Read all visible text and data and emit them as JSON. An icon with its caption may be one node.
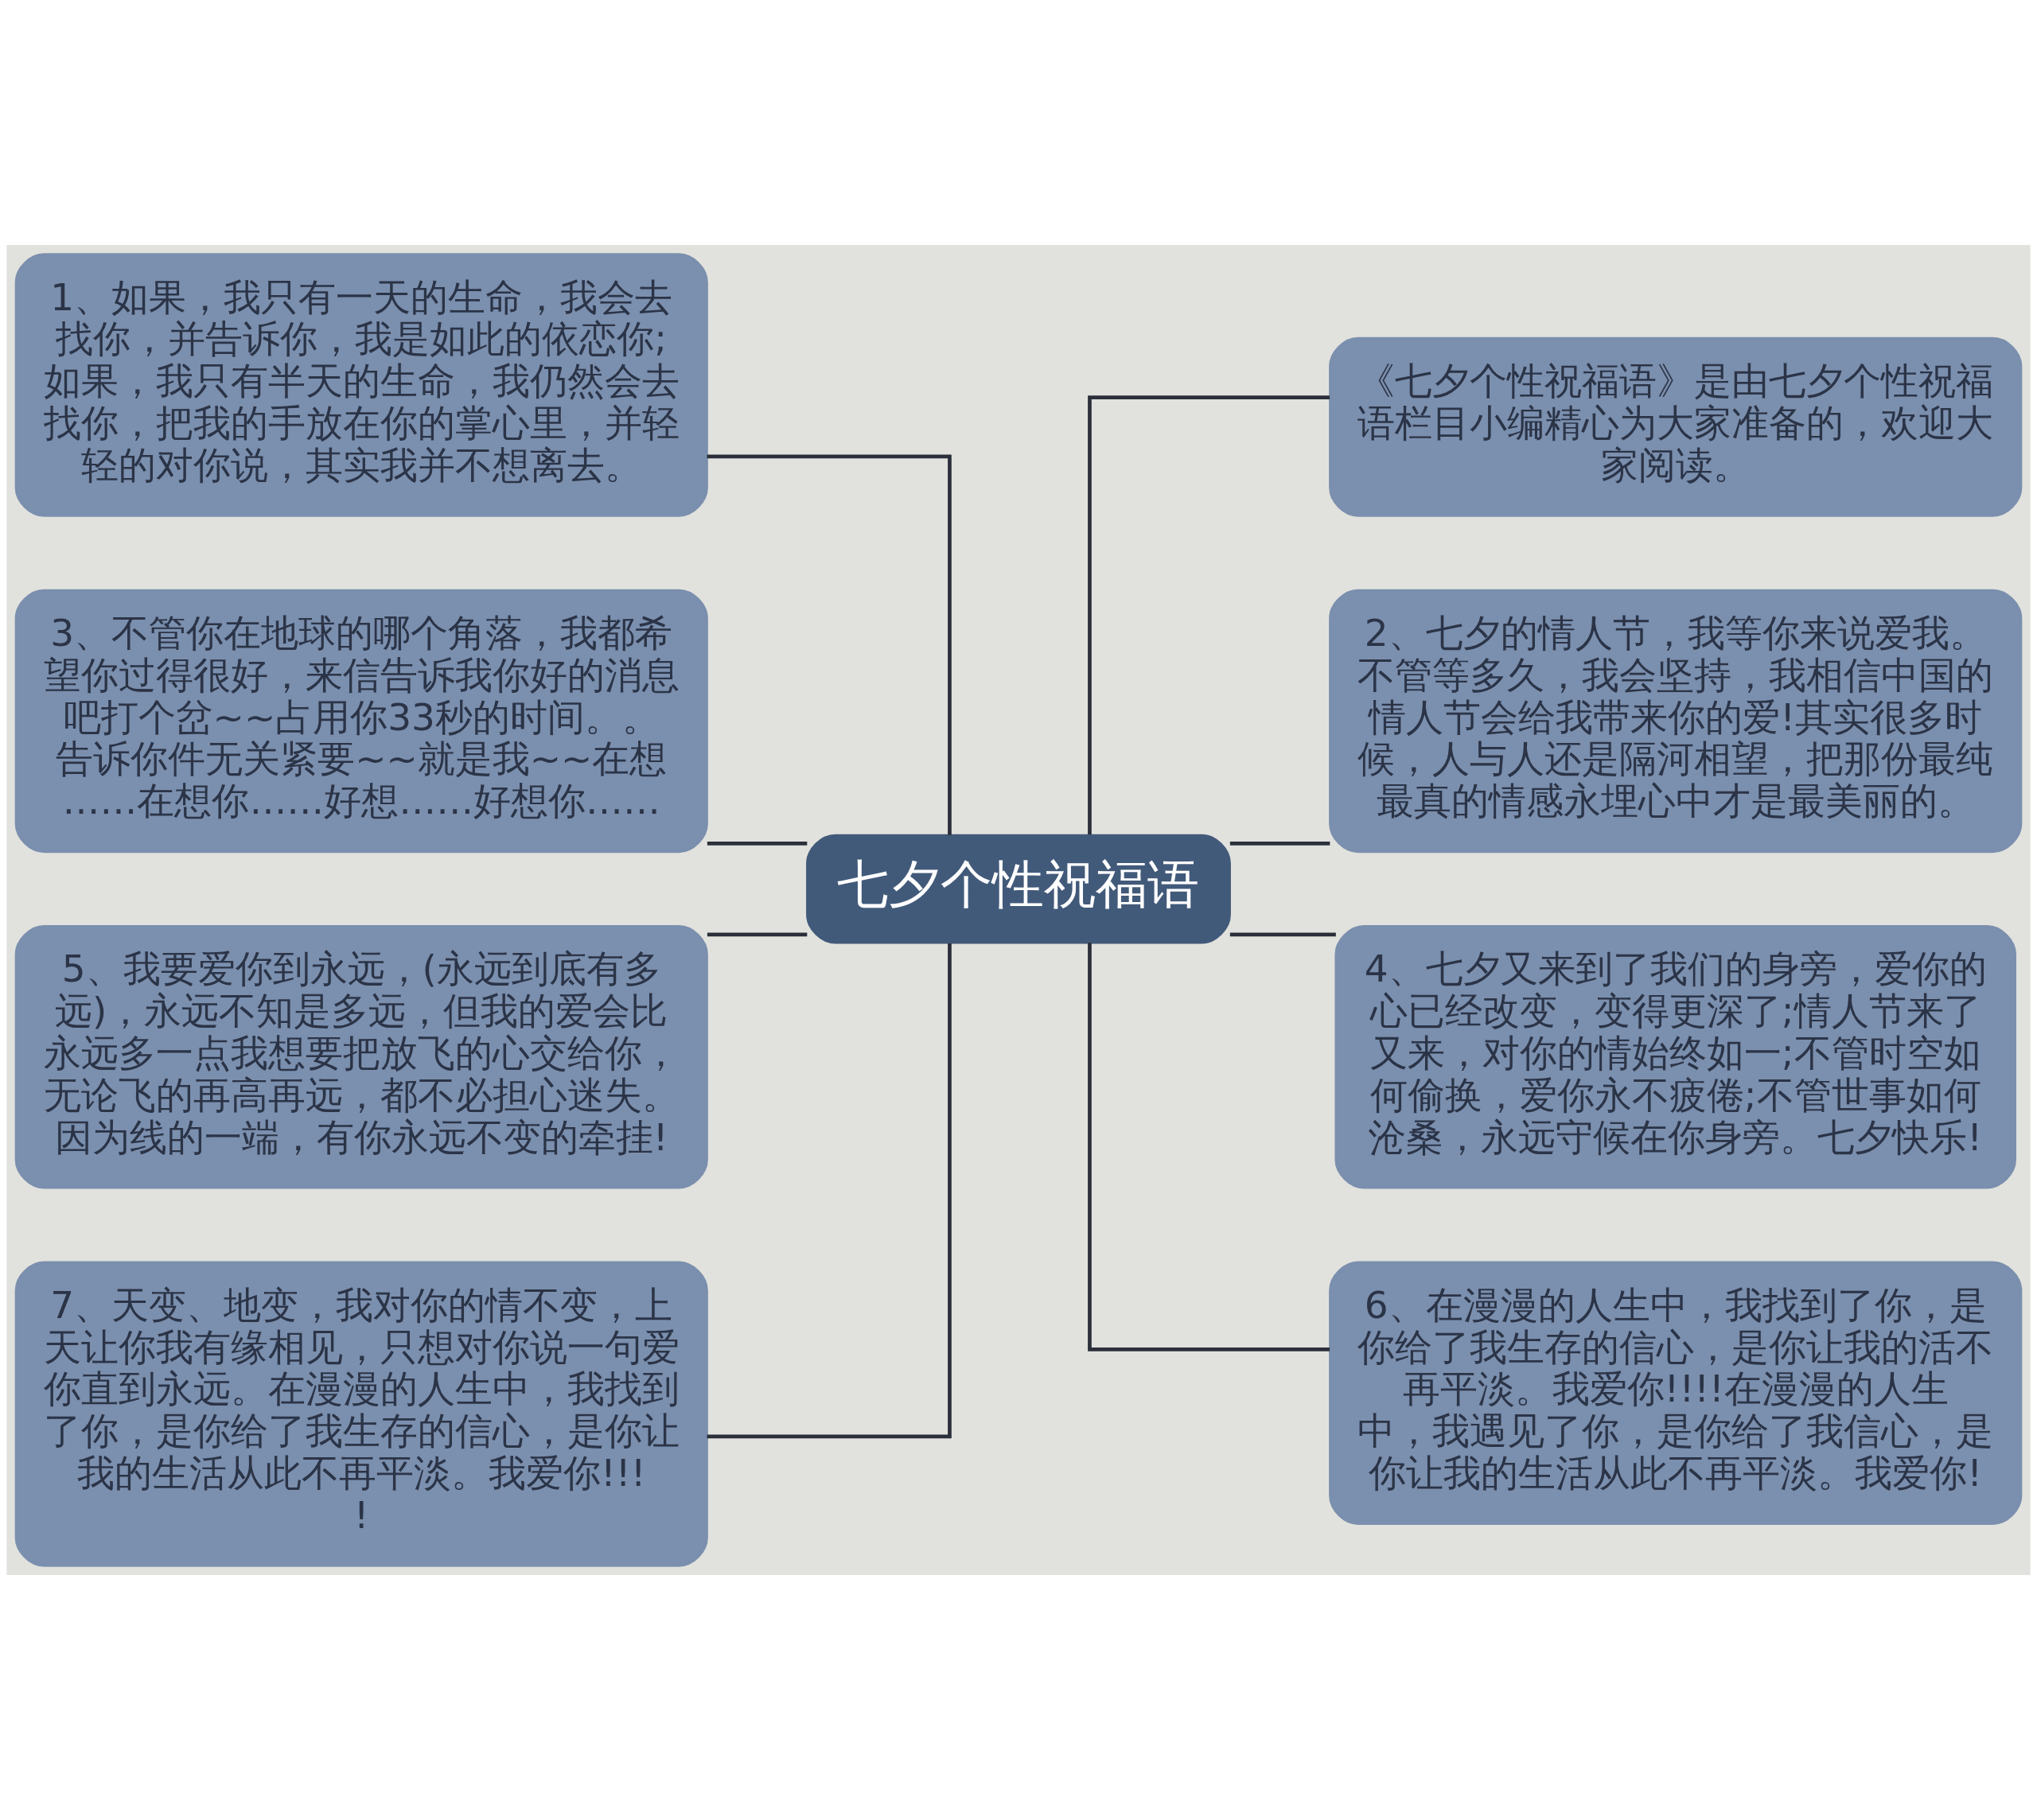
{
  "diagram": {
    "nodes": [
      {
        "text": [
          "七夕个性祝福语"
        ]
      },
      {
        "text": [
          "1、如果，我只有一天的生命，我会去找你，并告诉你，我是如此的依恋你;如果，我只有半天的生命，我仍然会去找你，把我的手放在你的掌心里，并轻轻的对你说，其实我并不想离去。"
        ]
      },
      {
        "text": [
          "3、不管你在地球的哪个角落，我都希望你过得很好，来信告诉我你好的消息吧打个岔~~占用你33秒的时间。。告诉你件无关紧要~~就是我~~在想……在想你……好想……好想你……"
        ]
      },
      {
        "text": [
          "5、我要爱你到永远，(永远到底有多远)，永远不知是多远，但我的爱会比永远多一点我想要把放飞的心交给你，无论飞的再高再远，都不必担心迷失。因为线的一端，有你永远不变的牵挂!"
        ]
      },
      {
        "text": [
          "7、天变、地变，我对你的情不变，上天让你我有缘相见，只想对你说一句爱你直到永远。在漫漫的人生中，我找到了你，是你给了我生存的信心，是你让我的生活从此不再平淡。我爱你!!!!"
        ]
      },
      {
        "text": [
          "《七夕个性祝福语》是由七夕个性祝福语栏目小编精心为大家准备的，欢迎大家阅读。"
        ]
      },
      {
        "text": [
          "2、七夕的情人节，我等你来说爱我。不管等多久，我会坚持，我相信中国的情人节会给我带来你的爱!其实很多时候，人与人还是隔河相望，把那份最纯最真的情感永埋心中才是最美丽的。"
        ]
      },
      {
        "text": [
          "4、七夕又来到了我们的身旁，爱你的心已经改变，变得更深了;情人节来了又来，对你的情始终如一;不管时空如何偷换，爱你永不疲倦;不管世事如何沧桑，永远守候在你身旁。七夕快乐!"
        ]
      },
      {
        "text": [
          "6、在漫漫的人生中，我找到了你，是你给了我生存的信心，是你让我的活不再平淡。我爱你!!!!在漫漫的人生中，我遇见了你，是你给了我信心，是你让我的生活从此不再平淡。我爱你!"
        ]
      }
    ],
    "edges": [
      {
        "from": 0,
        "to": 1,
        "arrow": "none"
      },
      {
        "from": 0,
        "to": 2,
        "arrow": "none"
      },
      {
        "from": 0,
        "to": 3,
        "arrow": "none"
      },
      {
        "from": 0,
        "to": 4,
        "arrow": "none"
      },
      {
        "from": 0,
        "to": 5,
        "arrow": "none"
      },
      {
        "from": 0,
        "to": 6,
        "arrow": "none"
      },
      {
        "from": 0,
        "to": 7,
        "arrow": "none"
      },
      {
        "from": 0,
        "to": 8,
        "arrow": "none"
      }
    ]
  }
}
